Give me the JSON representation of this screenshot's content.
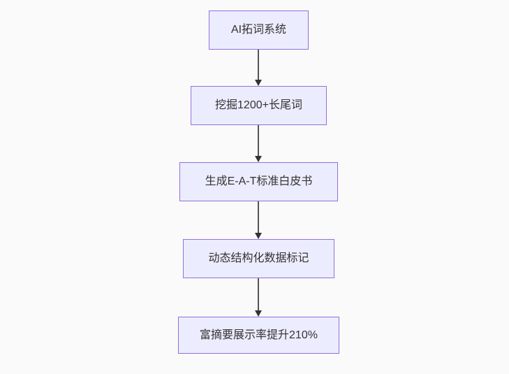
{
  "flowchart": {
    "type": "vertical-flowchart",
    "nodes": [
      {
        "id": "node-0",
        "label": "AI拓词系统"
      },
      {
        "id": "node-1",
        "label": "挖掘1200+长尾词"
      },
      {
        "id": "node-2",
        "label": "生成E-A-T标准白皮书"
      },
      {
        "id": "node-3",
        "label": "动态结构化数据标记"
      },
      {
        "id": "node-4",
        "label": "富摘要展示率提升210%"
      }
    ],
    "edges": [
      {
        "from": "node-0",
        "to": "node-1",
        "style": "arrow-down"
      },
      {
        "from": "node-1",
        "to": "node-2",
        "style": "arrow-down"
      },
      {
        "from": "node-2",
        "to": "node-3",
        "style": "arrow-down"
      },
      {
        "from": "node-3",
        "to": "node-4",
        "style": "arrow-down"
      }
    ],
    "colors": {
      "background": "#fafafa",
      "node_fill": "#ECECFF",
      "node_border": "#9370DB",
      "edge": "#555555",
      "arrowhead": "#333333",
      "text": "#333333"
    }
  }
}
